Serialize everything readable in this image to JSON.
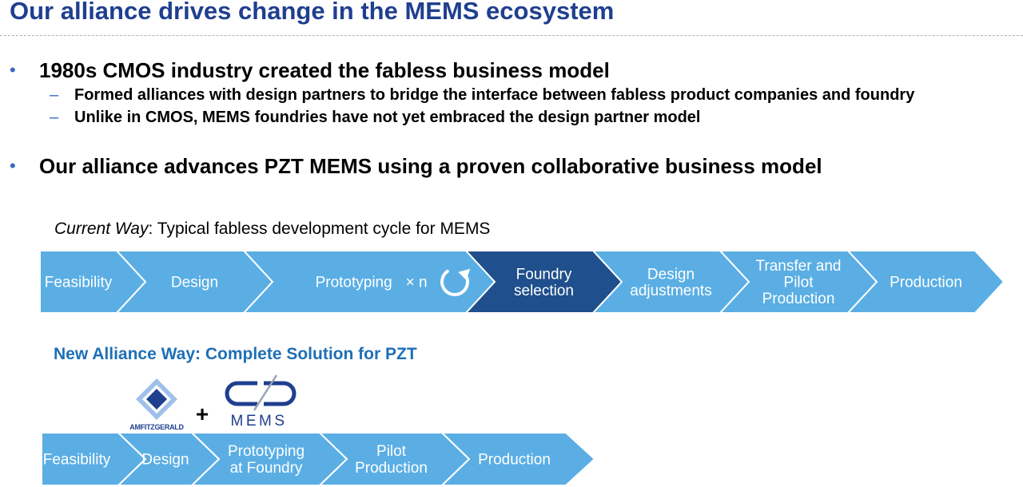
{
  "title": "Our alliance drives change in the MEMS ecosystem",
  "bullets": [
    {
      "text": "1980s CMOS industry created the fabless business model",
      "subs": [
        "Formed alliances with design partners to bridge the interface between fabless product companies and foundry",
        "Unlike in CMOS, MEMS foundries have not yet embraced the design partner model"
      ]
    },
    {
      "text": "Our alliance advances PZT MEMS using a proven collaborative business model"
    }
  ],
  "current_way": {
    "caption_italic": "Current Way",
    "caption_rest": ": Typical fabless development cycle for MEMS",
    "steps": [
      {
        "lines": [
          "Feasibility"
        ]
      },
      {
        "lines": [
          "Design"
        ]
      },
      {
        "lines": [
          "Prototyping"
        ],
        "suffix": "× n"
      },
      {
        "lines": [
          "Foundry",
          "selection"
        ],
        "highlight": true
      },
      {
        "lines": [
          "Design",
          "adjustments"
        ]
      },
      {
        "lines": [
          "Transfer and",
          "Pilot",
          "Production"
        ]
      },
      {
        "lines": [
          "Production"
        ]
      }
    ]
  },
  "new_way": {
    "title": "New Alliance Way: Complete Solution for PZT",
    "logo_left": "AMFITZGERALD",
    "plus": "+",
    "logo_right": "MEMS",
    "steps": [
      {
        "lines": [
          "Feasibility"
        ]
      },
      {
        "lines": [
          "Design"
        ]
      },
      {
        "lines": [
          "Prototyping",
          "at Foundry"
        ]
      },
      {
        "lines": [
          "Pilot",
          "Production"
        ]
      },
      {
        "lines": [
          "Production"
        ]
      }
    ]
  },
  "colors": {
    "title": "#1f3f8f",
    "step_light": "#5aaee4",
    "step_dark": "#1f4f8c",
    "new_title": "#1e6fb5",
    "logo_blue": "#1f3f8f"
  }
}
